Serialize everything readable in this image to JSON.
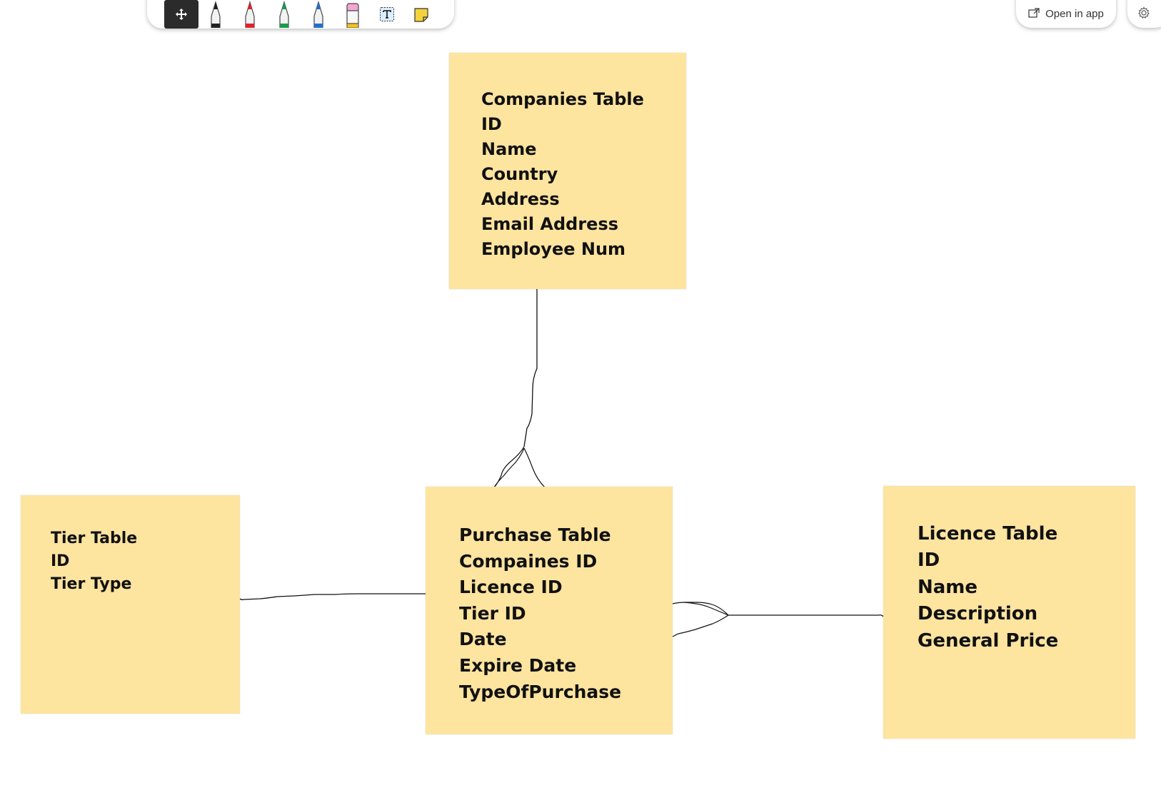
{
  "toolbar": {
    "tools": [
      {
        "name": "move-tool",
        "icon": "move-arrows-icon"
      },
      {
        "name": "black-pen",
        "icon": "pen-black-icon",
        "color": "#222222"
      },
      {
        "name": "red-pen",
        "icon": "pen-red-icon",
        "color": "#e0232e"
      },
      {
        "name": "green-pen",
        "icon": "pen-green-icon",
        "color": "#1a9d4b"
      },
      {
        "name": "blue-pen",
        "icon": "pen-blue-icon",
        "color": "#1f6fd1"
      },
      {
        "name": "eraser",
        "icon": "eraser-icon",
        "color": "#f3a7d2"
      },
      {
        "name": "text-tool",
        "icon": "text-box-icon",
        "glyph": "T"
      },
      {
        "name": "sticky-note-tool",
        "icon": "sticky-note-icon",
        "color": "#f5d33d"
      }
    ]
  },
  "header": {
    "open_in_app_label": "Open in app",
    "open_in_app_icon": "open-external-icon",
    "settings_icon": "gear-icon"
  },
  "notes": {
    "companies": {
      "color": "#fde49f",
      "lines": [
        "Companies Table",
        "ID",
        "Name",
        "Country",
        "Address",
        "Email Address",
        "Employee Num"
      ]
    },
    "purchase": {
      "color": "#fde49f",
      "lines": [
        "Purchase Table",
        "Compaines ID",
        "Licence ID",
        "Tier ID",
        "Date",
        "Expire Date",
        "TypeOfPurchase"
      ]
    },
    "tier": {
      "color": "#fde49f",
      "lines": [
        "Tier Table",
        "ID",
        "Tier Type"
      ]
    },
    "licence": {
      "color": "#fde49f",
      "lines": [
        "Licence Table",
        "ID",
        "Name",
        "Description",
        "General Price"
      ]
    }
  }
}
